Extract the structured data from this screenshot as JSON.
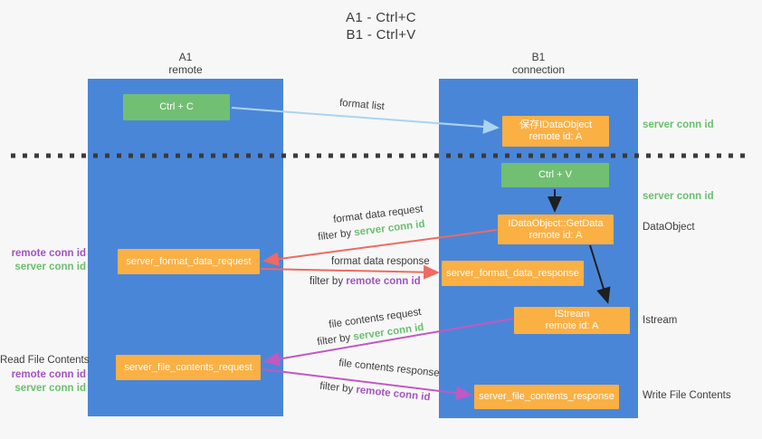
{
  "title": {
    "line1": "A1 - Ctrl+C",
    "line2": "B1 - Ctrl+V"
  },
  "lanes": {
    "a": {
      "name": "A1",
      "subtitle": "remote"
    },
    "b": {
      "name": "B1",
      "subtitle": "connection"
    }
  },
  "boxes": {
    "ctrl_c": "Ctrl + C",
    "save_idataobject": {
      "line1": "保存IDataObject",
      "line2": "remote id: A"
    },
    "ctrl_v": "Ctrl + V",
    "getdata": {
      "line1": "IDataObject::GetData",
      "line2": "remote id: A"
    },
    "format_request": "server_format_data_request",
    "format_response": "server_format_data_response",
    "istream": {
      "line1": "IStream",
      "line2": "remote id: A"
    },
    "file_request": "server_file_contents_request",
    "file_response": "server_file_contents_response"
  },
  "arrow_labels": {
    "format_list": "format list",
    "format_data_request": "format data request",
    "format_data_response": "format data response",
    "file_contents_request": "file contents request",
    "file_contents_response": "file contents response",
    "filter_by": "filter by",
    "server_conn_id": "server conn id",
    "remote_conn_id": "remote conn id"
  },
  "side_labels": {
    "server_conn_id_top": "server conn id",
    "server_conn_id_mid": "server conn id",
    "dataobject": "DataObject",
    "istream": "Istream",
    "write_file_contents": "Write File Contents",
    "read_file_contents": "Read File Contents",
    "remote_conn_id_fmt": "remote conn id",
    "server_conn_id_fmt": "server conn id",
    "remote_conn_id_file": "remote conn id",
    "server_conn_id_file": "server conn id"
  },
  "colors": {
    "background": "#f7f7f7",
    "lane_blue": "#4a86d8",
    "node_orange": "#fbb044",
    "node_green": "#71bf73",
    "arrow_red": "#ee6a62",
    "arrow_purple": "#c258c2",
    "arrow_lightblue": "#aad4f0",
    "arrow_black": "#1f1f1f",
    "text_green": "#6abf6e",
    "text_purple": "#a353c1",
    "dotted_line": "#3a3a3a"
  }
}
